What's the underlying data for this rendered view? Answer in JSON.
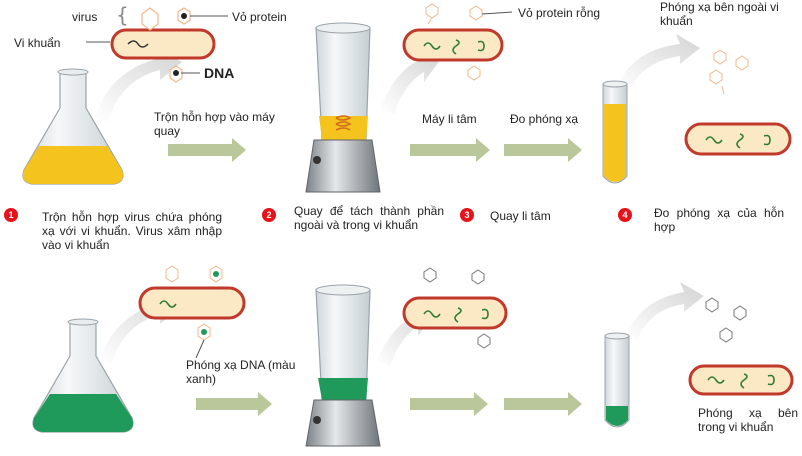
{
  "colors": {
    "yellow_liquid": "#f4c31d",
    "green_liquid": "#1f9a5a",
    "bacteria_outline": "#c0392b",
    "bacteria_fill": "#fbe8c4",
    "arrow": "#b9c79a",
    "step_badge": "#e8121b"
  },
  "top": {
    "virus_label": "virus",
    "protein_coat_label": "Vỏ protein",
    "bacteria_label": "Vi khuẩn",
    "dna_label": "DNA",
    "mix_label": "Trộn hỗn hợp vào máy quay",
    "empty_coat_label": "Vỏ protein rỗng",
    "centrifuge_label": "Máy li tâm",
    "measure_label": "Đo phóng xạ",
    "outside_label": "Phóng xạ bên ngoài vi khuẩn"
  },
  "steps": [
    {
      "num": "1",
      "text": "Trộn hỗn hợp virus chứa phóng xạ với vi khuẩn. Virus xâm nhập vào vi khuẩn"
    },
    {
      "num": "2",
      "text": "Quay để tách thành phần ngoài và trong vi khuẩn"
    },
    {
      "num": "3",
      "text": "Quay li tâm"
    },
    {
      "num": "4",
      "text": "Đo phóng xạ của hỗn hợp"
    }
  ],
  "bottom": {
    "dna_label": "Phóng xạ DNA (màu xanh)",
    "inside_label": "Phóng xạ bên trong vi khuẩn"
  }
}
